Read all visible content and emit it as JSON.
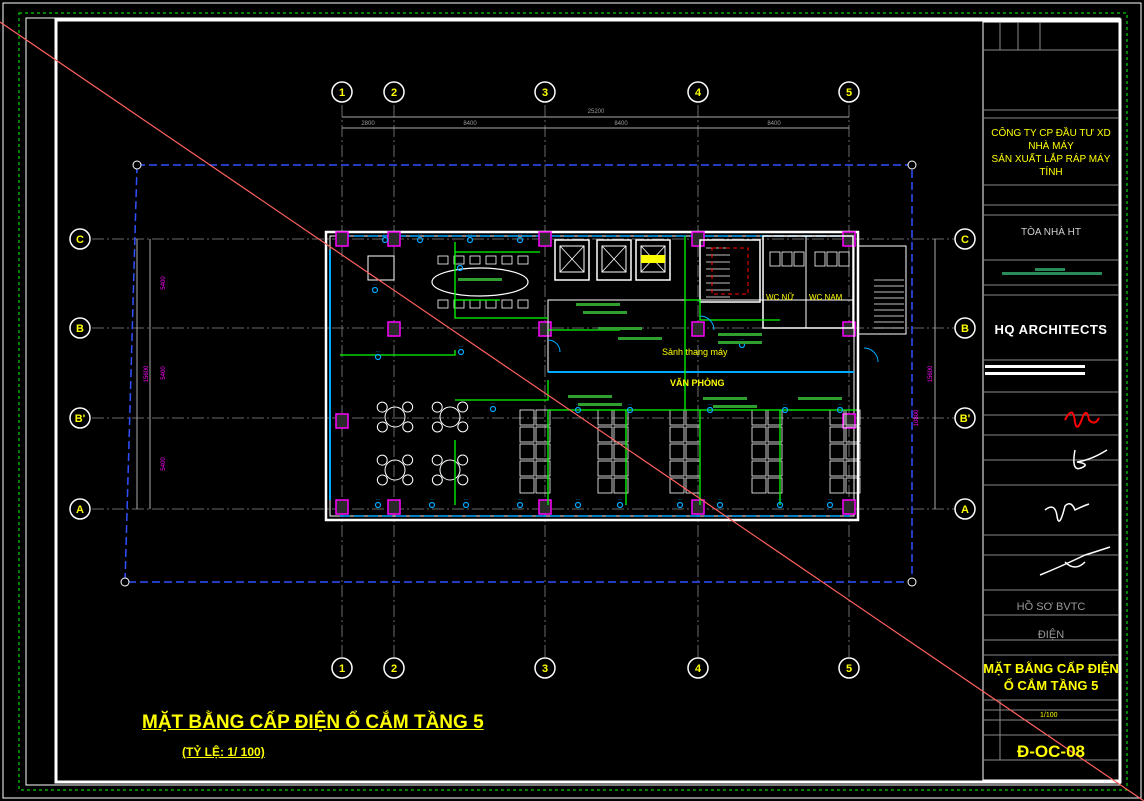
{
  "drawing": {
    "title": "MẶT BẰNG CẤP ĐIỆN Ổ CẮM TẦNG 5",
    "scale_label": "(TỶ LỆ:  1/ 100)",
    "axes_numeric": [
      "1",
      "2",
      "3",
      "4",
      "5"
    ],
    "axes_alpha": [
      "C",
      "B",
      "B'",
      "A"
    ],
    "dimension_total": "25200",
    "dimensions_top": [
      "2800",
      "8400",
      "8400",
      "8400"
    ],
    "dimensions_side": [
      "5400",
      "5400",
      "5400"
    ],
    "dimension_side_total": "15600",
    "dimension_right": "10800",
    "rooms": {
      "lobby": "Sảnh thang máy",
      "office": "VĂN PHÒNG",
      "wc_female": "WC NỮ",
      "wc_male": "WC NAM"
    },
    "colors": {
      "background": "#000000",
      "wall": "#ffffff",
      "grid": "#6a6a6a",
      "column": "#ff00ff",
      "wiring": "#00ff00",
      "outlet": "#00aaff",
      "title": "#ffff00",
      "markup_line": "#ff6060"
    }
  },
  "title_block": {
    "company": [
      "CÔNG TY CP ĐẦU TƯ XD NHÀ MÁY",
      "SẢN XUẤT LẮP RÁP MÁY TÍNH"
    ],
    "building": "TÒA NHÀ HT",
    "architect": "HQ ARCHITECTS",
    "dossier": "HỒ SƠ BVTC",
    "discipline": "ĐIỆN",
    "sheet_title": [
      "MẶT BẰNG CẤP ĐIỆN",
      "Ổ CẮM TẦNG 5"
    ],
    "sheet_scale": "1/100",
    "drawing_number": "Đ-OC-08"
  }
}
